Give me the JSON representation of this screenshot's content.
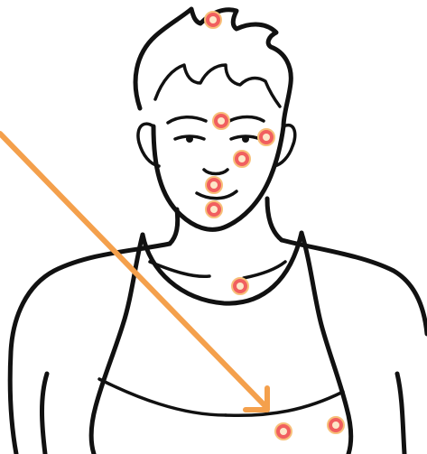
{
  "colors": {
    "background": "#ffffff",
    "outline": "#111111",
    "point_fill": "#f15f5f",
    "point_ring": "#f7c07a",
    "point_center": "#fde7c8",
    "arrow": "#f4a04c"
  },
  "points": [
    {
      "id": "crown"
    },
    {
      "id": "forehead"
    },
    {
      "id": "right-temple"
    },
    {
      "id": "cheek"
    },
    {
      "id": "chin"
    },
    {
      "id": "under-chin"
    },
    {
      "id": "sternum"
    },
    {
      "id": "lower-chest"
    },
    {
      "id": "right-chest"
    }
  ]
}
